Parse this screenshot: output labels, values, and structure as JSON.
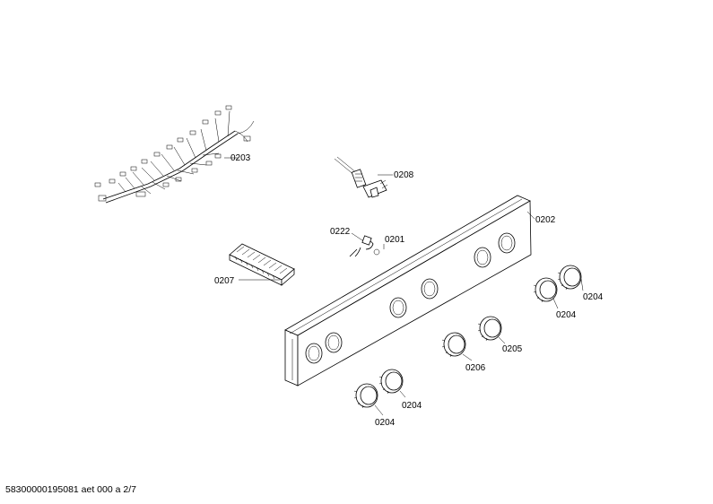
{
  "labels": {
    "harness": "0203",
    "thermostat": "0208",
    "panel": "0202",
    "clip_left": "0222",
    "clip_right": "0201",
    "terminal_block": "0207",
    "knob_top_right": "0204",
    "knob_top_left": "0204",
    "knob_mid_right": "0205",
    "knob_mid_left": "0206",
    "knob_bottom_right": "0204",
    "knob_bottom_left": "0204"
  },
  "footer": {
    "text": "58300000195081 aet 000 a 2/7"
  }
}
